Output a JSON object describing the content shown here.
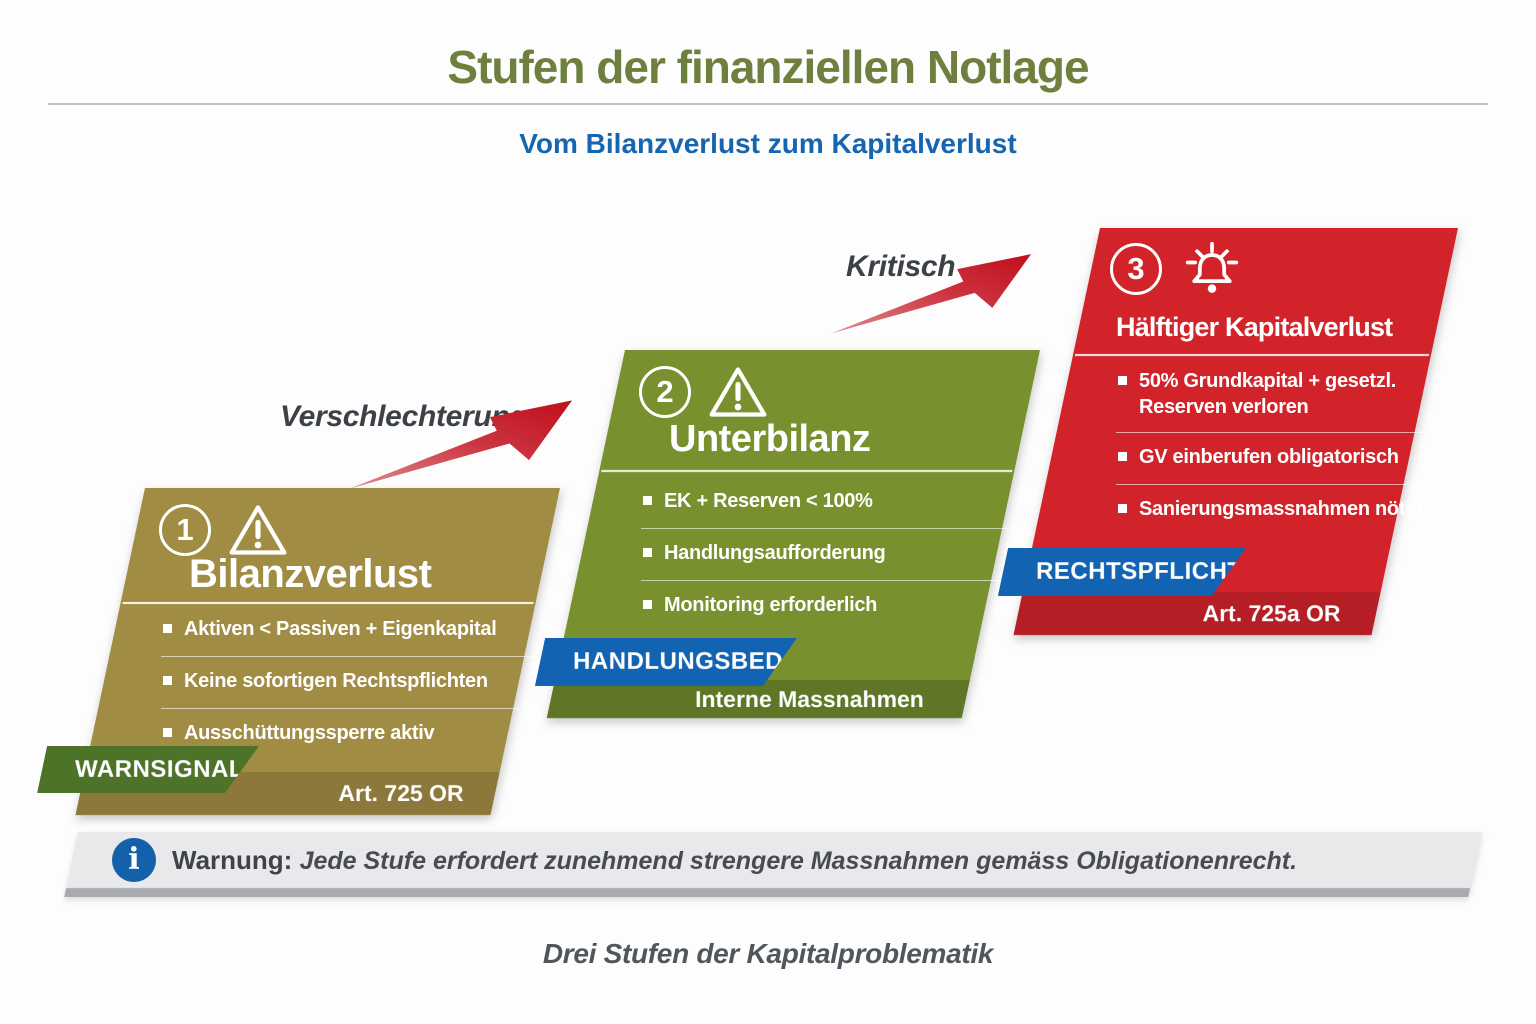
{
  "title": "Stufen der finanziellen Notlage",
  "subtitle": "Vom Bilanzverlust zum Kapitalverlust",
  "arrows": [
    {
      "label": "Verschlechterung"
    },
    {
      "label": "Kritisch"
    }
  ],
  "stages": [
    {
      "number": "1",
      "icon": "warning-triangle-icon",
      "title": "Bilanzverlust",
      "bullets": [
        "Aktiven < Passiven + Eigenkapital",
        "Keine sofortigen Rechtspflichten",
        "Ausschüttungssperre aktiv"
      ],
      "badge": "WARNSIGNAL",
      "ribbon": "Art. 725 OR"
    },
    {
      "number": "2",
      "icon": "warning-triangle-icon",
      "title": "Unterbilanz",
      "bullets": [
        "EK + Reserven < 100%",
        "Handlungsaufforderung",
        "Monitoring erforderlich"
      ],
      "badge": "HANDLUNGSBEDARF",
      "ribbon": "Interne Massnahmen"
    },
    {
      "number": "3",
      "icon": "alarm-bell-icon",
      "title": "Hälftiger Kapitalverlust",
      "bullets": [
        "50% Grundkapital + gesetzl. Reserven verloren",
        "GV einberufen obligatorisch",
        "Sanierungsmassnahmen nötig"
      ],
      "badge": "RECHTSPFLICHT",
      "ribbon": "Art. 725a OR"
    }
  ],
  "notice": {
    "label": "Warnung:",
    "text": "Jede Stufe erfordert zunehmend strengere Massnahmen gemäss Obligationenrecht."
  },
  "caption": "Drei Stufen der Kapitalproblematik",
  "icons": {
    "info_glyph": "i"
  },
  "colors": {
    "title_green": "#6e7f3e",
    "subtitle_blue": "#1565b0",
    "stage1_bg": "#a18c43",
    "stage1_strip": "#8b783a",
    "stage2_bg": "#78902e",
    "stage2_strip": "#5e7626",
    "stage3_bg": "#d2232a",
    "stage3_strip": "#b51e24",
    "badge_green": "#4d7328",
    "badge_blue": "#1264b3",
    "arrow_red": "#c0121d",
    "notice_bg": "#e9e9ec",
    "notice_strip": "#a7aaaf",
    "info_blue": "#1560ab"
  }
}
